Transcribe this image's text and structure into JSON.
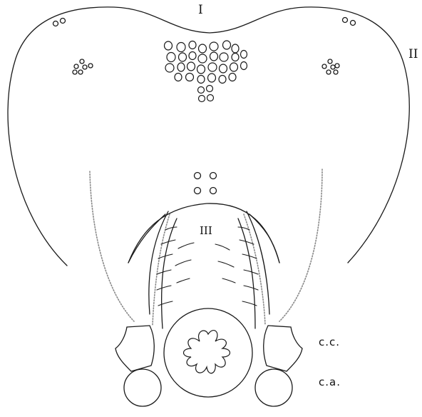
{
  "figure": {
    "labels": {
      "region_i": "I",
      "region_ii": "II",
      "region_iii": "III",
      "cc": "c.c.",
      "ca": "c.a."
    },
    "line_color": "#1a1a1a",
    "dotted_color": "#8a8a8a",
    "background": "#ffffff"
  }
}
